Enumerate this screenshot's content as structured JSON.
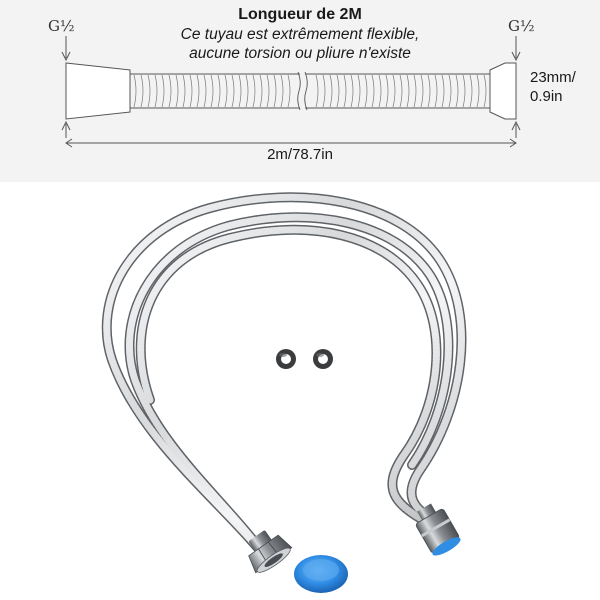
{
  "spec": {
    "title": "Longueur de 2M",
    "description_line1": "Ce tuyau est extrêmement flexible,",
    "description_line2": "aucune torsion ou pliure n'existe",
    "thread_left": "G½",
    "thread_right": "G½",
    "diameter_line1": "23mm/",
    "diameter_line2": "0.9in",
    "length": "2m/78.7in"
  },
  "colors": {
    "panel_background": "#f3f3f3",
    "hose_chrome": "#a8acb0",
    "washer": "#3a3c3e",
    "blue_cap": "#2f8de4"
  }
}
